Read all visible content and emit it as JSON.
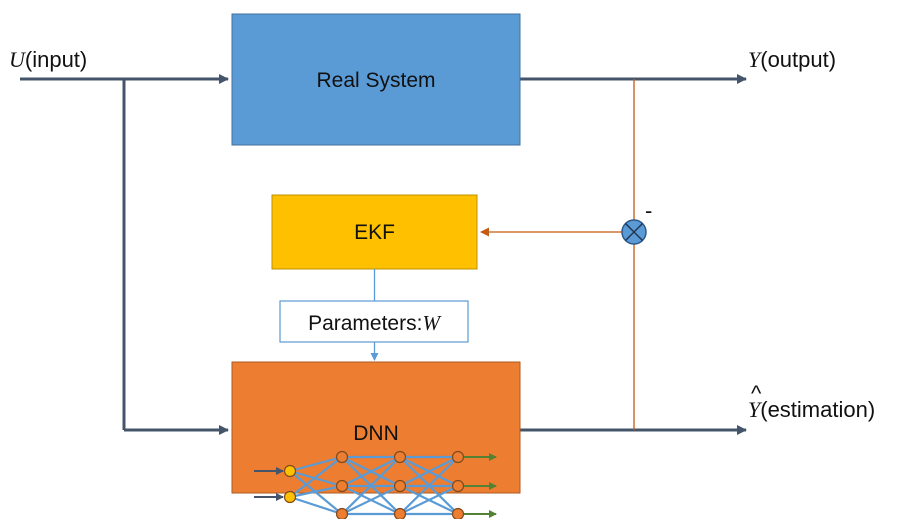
{
  "input": {
    "symbol": "U",
    "text": "(input)"
  },
  "output": {
    "symbol": "Y",
    "text": "(output)"
  },
  "estimation": {
    "symbol": "Y",
    "hat": "^",
    "text": "(estimation)"
  },
  "blocks": {
    "real_system": "Real System",
    "ekf": "EKF",
    "parameters_prefix": "Parameters:",
    "parameters_symbol": "W",
    "dnn": "DNN"
  },
  "comparator": {
    "sign": "-"
  },
  "colors": {
    "real_system": "#5b9bd5",
    "ekf": "#ffc000",
    "dnn": "#ed7d31",
    "signal_line": "#44546a",
    "feedback_line": "#c55a11",
    "param_line": "#5b9bd5",
    "neuron": "#ed7d31",
    "input_neuron": "#ffc000"
  }
}
